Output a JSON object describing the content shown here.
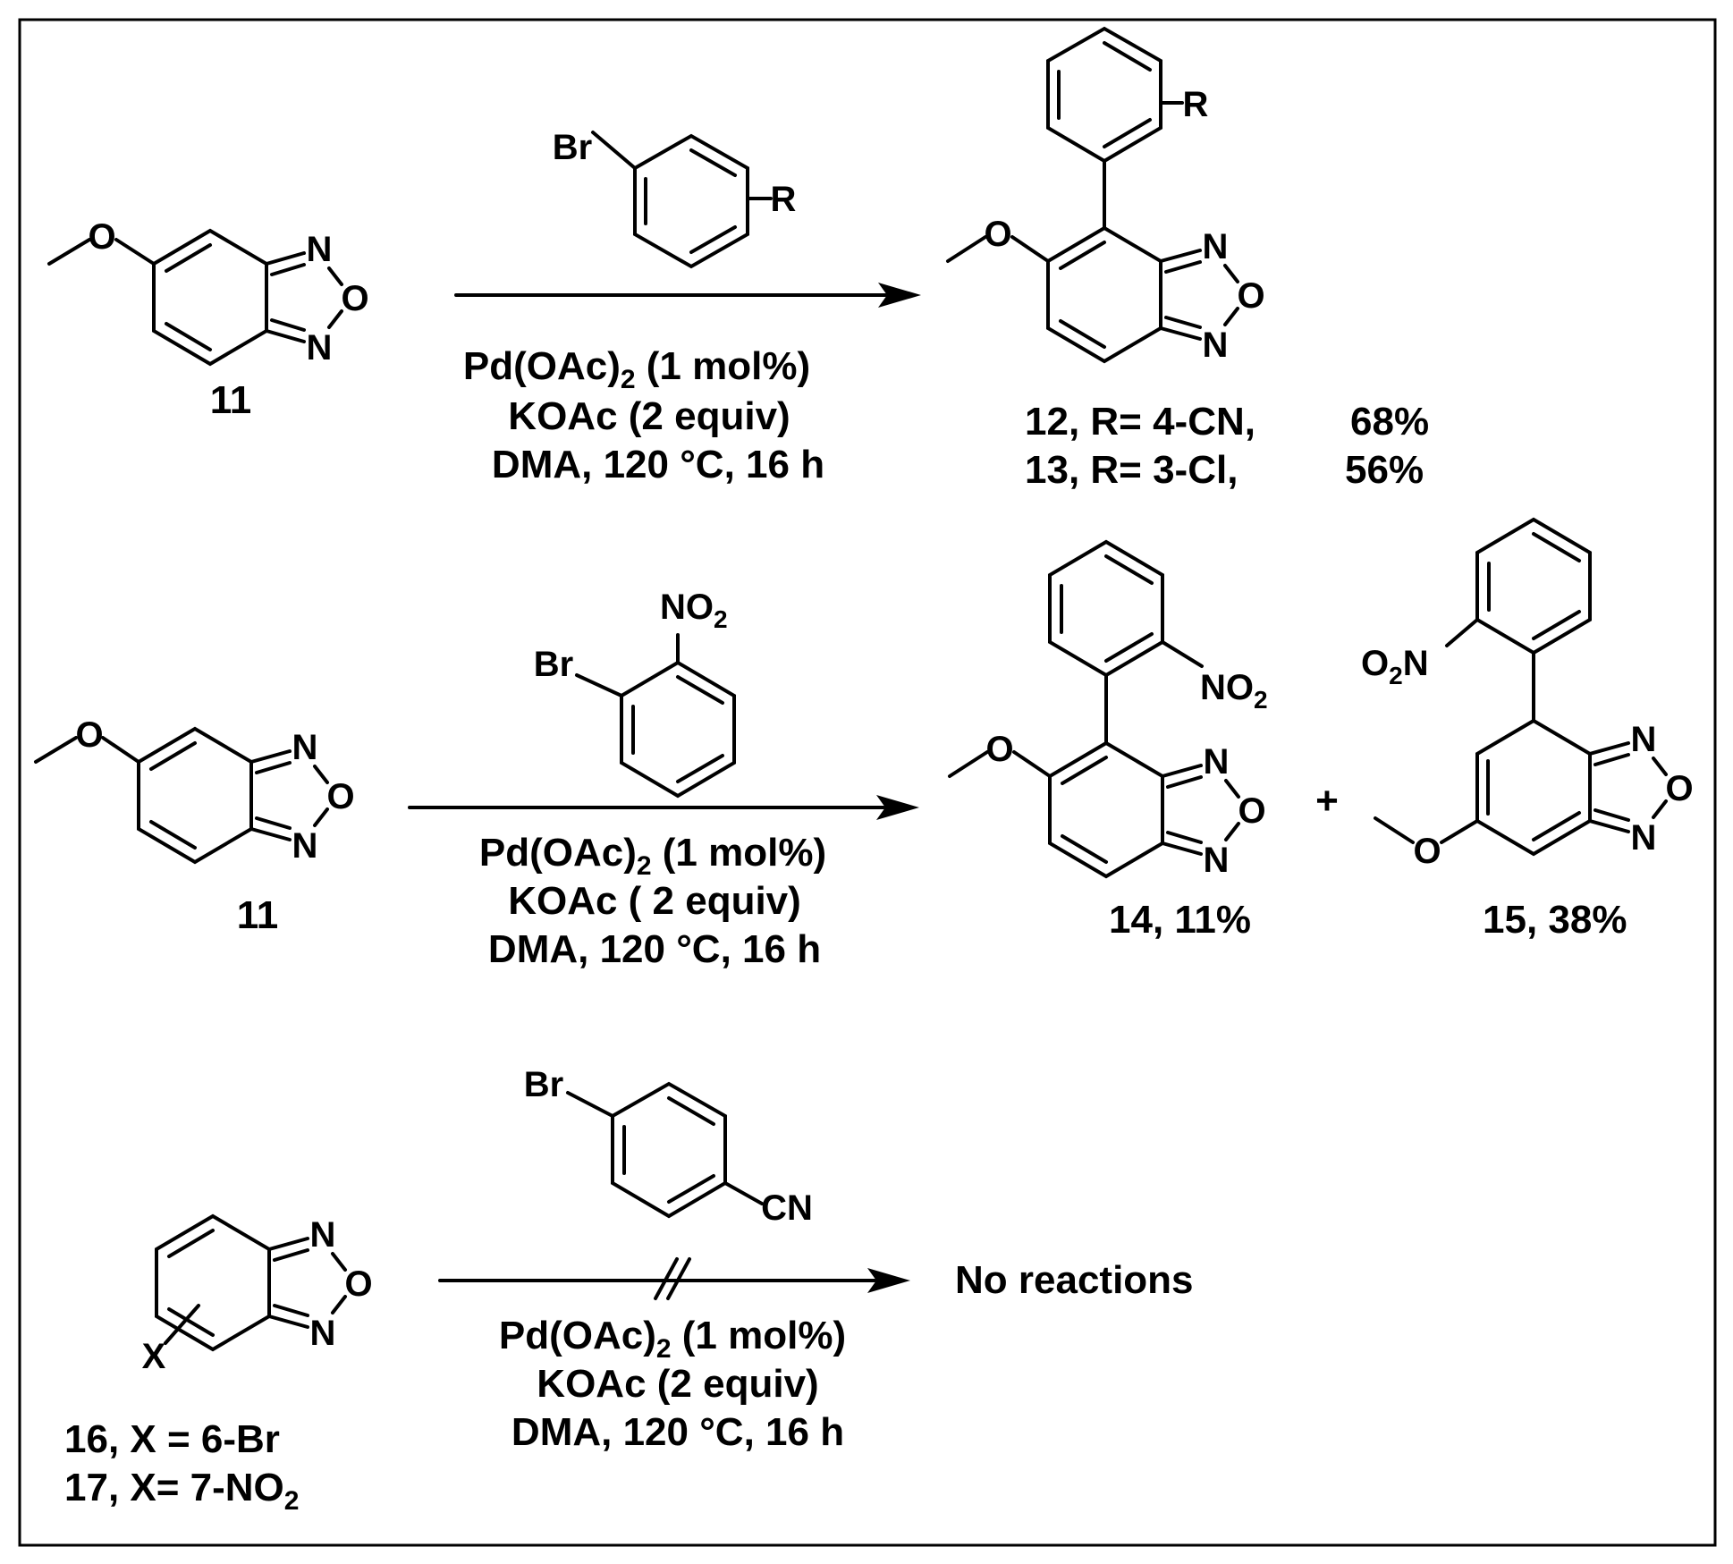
{
  "colors": {
    "ink": "#000000",
    "background": "#ffffff"
  },
  "reaction1": {
    "substrate_label": "11",
    "reagent_substituent": "R",
    "conditions": [
      "Pd(OAc)",
      "2",
      " (1 mol%)",
      "KOAc (2 equiv)",
      "DMA, 120 °C, 16 h"
    ],
    "product_substituent": "R",
    "products": [
      {
        "label": "12, R= 4-CN,",
        "yield": "68%"
      },
      {
        "label": "13, R= 3-Cl,",
        "yield": "56%"
      }
    ]
  },
  "reaction2": {
    "substrate_label": "11",
    "conditions": [
      "Pd(OAc)",
      "2",
      " (1 mol%)",
      "KOAc ( 2 equiv)",
      "DMA, 120 °C, 16 h"
    ],
    "plus": "+",
    "products": [
      {
        "label": "14,  11%"
      },
      {
        "label": "15,  38%"
      }
    ]
  },
  "reaction3": {
    "reagent_group": "CN",
    "conditions": [
      "Pd(OAc)",
      "2",
      " (1 mol%)",
      "KOAc (2 equiv)",
      "DMA, 120 °C, 16 h"
    ],
    "result": "No reactions",
    "substrates": [
      {
        "label": "16, X = 6-Br"
      },
      {
        "label_main": "17, X= 7-NO",
        "label_sub": "2"
      }
    ]
  },
  "atoms": {
    "N": "N",
    "O": "O",
    "Br": "Br",
    "X": "X",
    "NO2_main": "NO",
    "NO2_sub": "2",
    "O2N_a": "O",
    "O2N_sub": "2",
    "O2N_b": "N"
  }
}
